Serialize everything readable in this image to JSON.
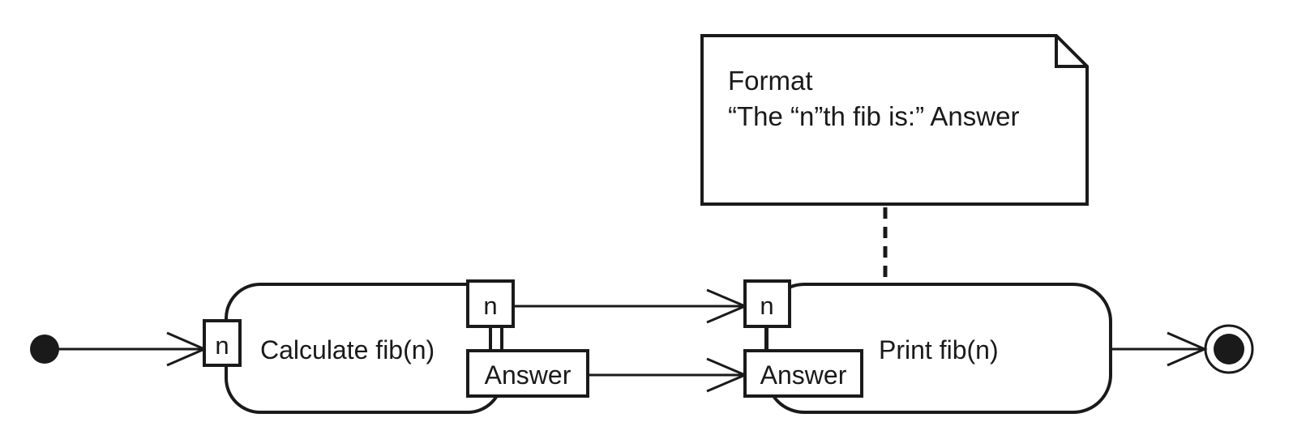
{
  "note": {
    "line1": "Format",
    "line2": "“The “n”th fib is:” Answer"
  },
  "actions": [
    {
      "id": "calculate",
      "label": "Calculate fib(n)",
      "input_pins": [
        "n"
      ],
      "output_pins": [
        "n",
        "Answer"
      ]
    },
    {
      "id": "print",
      "label": "Print fib(n)",
      "input_pins": [
        "n",
        "Answer"
      ]
    }
  ],
  "pins": {
    "calc_in_n": "n",
    "calc_out_n": "n",
    "calc_out_answer": "Answer",
    "print_in_n": "n",
    "print_in_answer": "Answer"
  },
  "nodes": {
    "initial": "initial-node",
    "final": "activity-final-node"
  },
  "flows": [
    {
      "from": "initial",
      "to": "calculate.n"
    },
    {
      "from": "calculate.n",
      "to": "print.n"
    },
    {
      "from": "calculate.Answer",
      "to": "print.Answer"
    },
    {
      "from": "print",
      "to": "final"
    }
  ]
}
